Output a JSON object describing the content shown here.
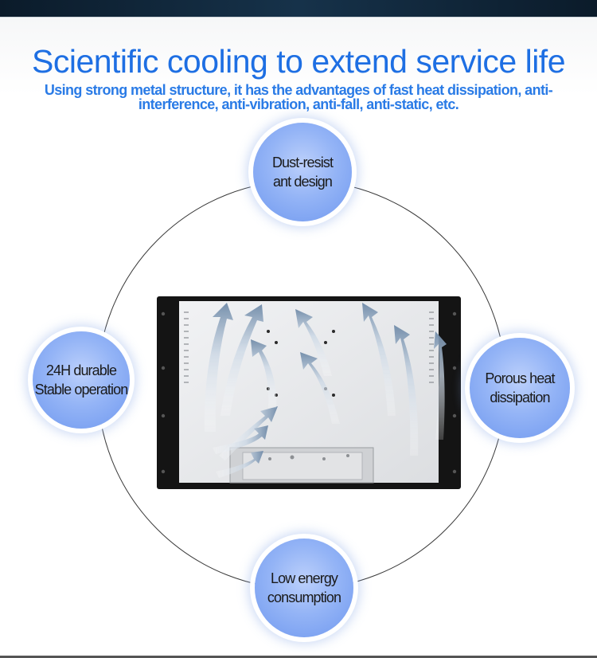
{
  "header": {
    "title": "Scientific cooling to extend service life",
    "subtitle_line1": "Using strong metal structure, it has the advantages of fast heat dissipation, anti-",
    "subtitle_line2": "interference, anti-vibration, anti-fall, anti-static, etc."
  },
  "features": {
    "top": {
      "line1": "Dust-resist",
      "line2": "ant design"
    },
    "left": {
      "line1": "24H durable",
      "line2": "Stable operation"
    },
    "right": {
      "line1": "Porous heat",
      "line2": "dissipation"
    },
    "bottom": {
      "line1": "Low energy",
      "line2": "consumption"
    }
  },
  "colors": {
    "headline": "#1e6fe3",
    "bubble": "#8fb0f5",
    "ring": "#3a3a3a",
    "panel_frame": "#141414",
    "panel_back": "#e7e8ea"
  },
  "icons": {
    "airflow": "airflow-arrow-icon"
  }
}
